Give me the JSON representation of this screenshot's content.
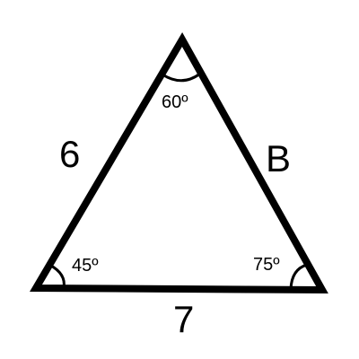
{
  "diagram": {
    "sides": {
      "left": "6",
      "right": "B",
      "bottom": "7"
    },
    "angles": {
      "top": "60º",
      "bottom_left": "45º",
      "bottom_right": "75º"
    },
    "colors": {
      "stroke": "#000000",
      "background": "#ffffff"
    }
  }
}
